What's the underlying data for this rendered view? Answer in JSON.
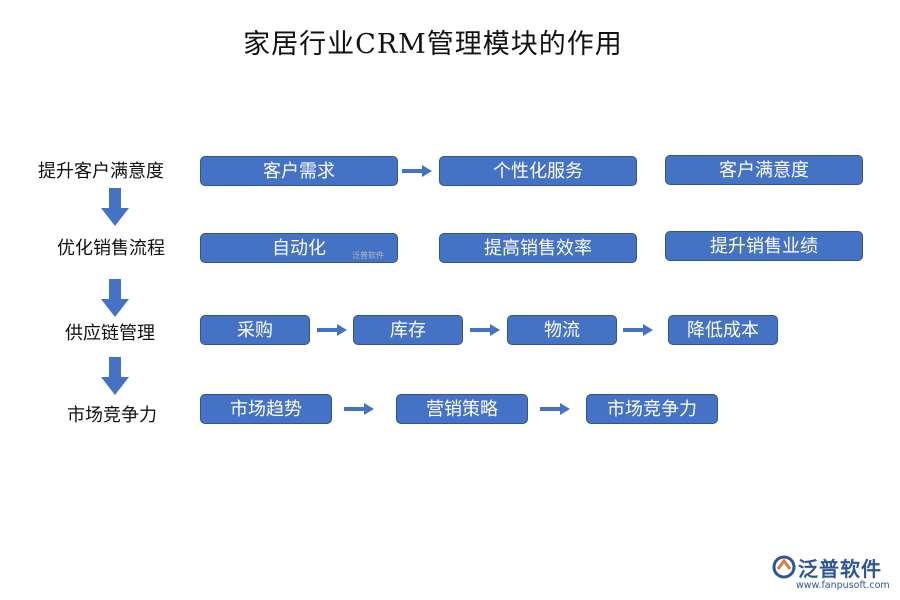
{
  "title": "家居行业CRM管理模块的作用",
  "stages": [
    {
      "label": "提升客户满意度",
      "steps": [
        "客户需求",
        "个性化服务",
        "客户满意度"
      ]
    },
    {
      "label": "优化销售流程",
      "steps": [
        "自动化",
        "提高销售效率",
        "提升销售业绩"
      ]
    },
    {
      "label": "供应链管理",
      "steps": [
        "采购",
        "库存",
        "物流",
        "降低成本"
      ]
    },
    {
      "label": "市场竞争力",
      "steps": [
        "市场趋势",
        "营销策略",
        "市场竞争力"
      ]
    }
  ],
  "watermark": "泛普软件",
  "logo": {
    "name": "泛普软件",
    "url": "www.fanpusoft.com"
  },
  "colors": {
    "box_fill": "#4472c4",
    "box_border": "#2f5597",
    "arrow": "#4472c4",
    "logo": "#2f5597"
  }
}
